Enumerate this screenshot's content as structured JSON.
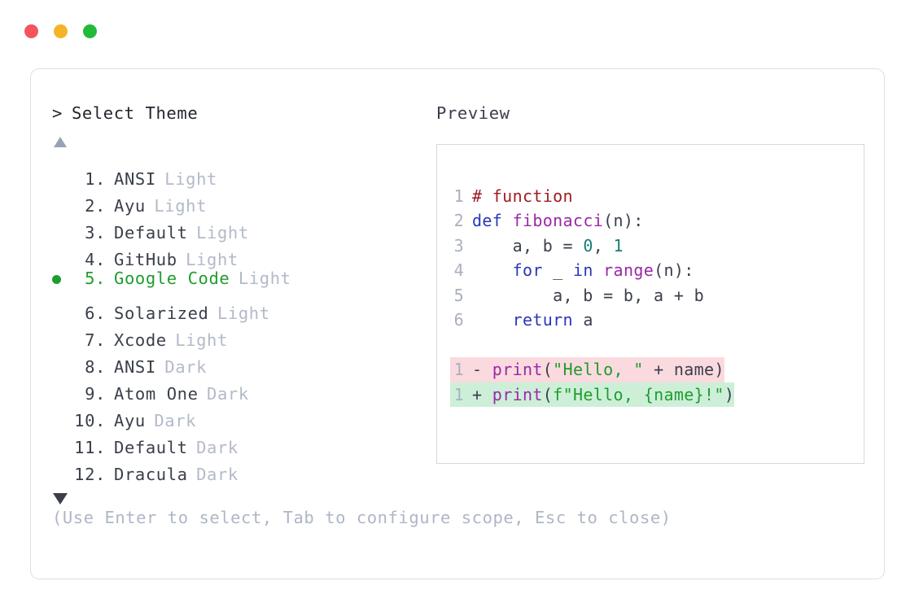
{
  "window": {
    "traffic_lights": [
      {
        "name": "close",
        "color": "#f4545b"
      },
      {
        "name": "minimize",
        "color": "#f5b327"
      },
      {
        "name": "maximize",
        "color": "#22bb39"
      }
    ]
  },
  "selector": {
    "caret": ">",
    "title": "Select Theme",
    "scroll_up_icon": "triangle-up",
    "scroll_down_icon": "triangle-down",
    "selected_index": 5,
    "items": [
      {
        "index": "1.",
        "name": "ANSI",
        "variant": "Light",
        "selected": false
      },
      {
        "index": "2.",
        "name": "Ayu",
        "variant": "Light",
        "selected": false
      },
      {
        "index": "3.",
        "name": "Default",
        "variant": "Light",
        "selected": false
      },
      {
        "index": "4.",
        "name": "GitHub",
        "variant": "Light",
        "selected": false
      },
      {
        "index": "5.",
        "name": "Google Code",
        "variant": "Light",
        "selected": true
      },
      {
        "index": "6.",
        "name": "Solarized",
        "variant": "Light",
        "selected": false
      },
      {
        "index": "7.",
        "name": "Xcode",
        "variant": "Light",
        "selected": false
      },
      {
        "index": "8.",
        "name": "ANSI",
        "variant": "Dark",
        "selected": false
      },
      {
        "index": "9.",
        "name": "Atom One",
        "variant": "Dark",
        "selected": false
      },
      {
        "index": "10.",
        "name": "Ayu",
        "variant": "Dark",
        "selected": false
      },
      {
        "index": "11.",
        "name": "Default",
        "variant": "Dark",
        "selected": false
      },
      {
        "index": "12.",
        "name": "Dracula",
        "variant": "Dark",
        "selected": false
      }
    ],
    "hint": "(Use Enter to select, Tab to configure scope, Esc to close)"
  },
  "preview": {
    "label": "Preview",
    "code_lines": [
      {
        "num": "1",
        "tokens": [
          {
            "t": "# function",
            "c": "t-comment"
          }
        ]
      },
      {
        "num": "2",
        "tokens": [
          {
            "t": "def ",
            "c": "t-kw"
          },
          {
            "t": "fibonacci",
            "c": "t-fn"
          },
          {
            "t": "(n):",
            "c": "t-punct"
          }
        ]
      },
      {
        "num": "3",
        "tokens": [
          {
            "t": "    a, b = ",
            "c": "t-plain"
          },
          {
            "t": "0",
            "c": "t-num"
          },
          {
            "t": ", ",
            "c": "t-plain"
          },
          {
            "t": "1",
            "c": "t-num"
          }
        ]
      },
      {
        "num": "4",
        "tokens": [
          {
            "t": "    ",
            "c": "t-plain"
          },
          {
            "t": "for",
            "c": "t-kw"
          },
          {
            "t": " _ ",
            "c": "t-plain"
          },
          {
            "t": "in",
            "c": "t-kw"
          },
          {
            "t": " ",
            "c": "t-plain"
          },
          {
            "t": "range",
            "c": "t-fn"
          },
          {
            "t": "(n):",
            "c": "t-punct"
          }
        ]
      },
      {
        "num": "5",
        "tokens": [
          {
            "t": "        a, b = b, a + b",
            "c": "t-plain"
          }
        ]
      },
      {
        "num": "6",
        "tokens": [
          {
            "t": "    ",
            "c": "t-plain"
          },
          {
            "t": "return",
            "c": "t-kw"
          },
          {
            "t": " a",
            "c": "t-plain"
          }
        ]
      }
    ],
    "diff_lines": [
      {
        "num": "1",
        "sign": "-",
        "kind": "diff-del",
        "tokens": [
          {
            "t": "print",
            "c": "t-fn"
          },
          {
            "t": "(",
            "c": "t-punct"
          },
          {
            "t": "\"Hello, \"",
            "c": "t-str"
          },
          {
            "t": " + name)",
            "c": "t-plain"
          }
        ]
      },
      {
        "num": "1",
        "sign": "+",
        "kind": "diff-add",
        "tokens": [
          {
            "t": "print",
            "c": "t-fn"
          },
          {
            "t": "(",
            "c": "t-punct"
          },
          {
            "t": "f\"Hello, {name}!\"",
            "c": "t-str"
          },
          {
            "t": ")",
            "c": "t-punct"
          }
        ]
      }
    ]
  }
}
